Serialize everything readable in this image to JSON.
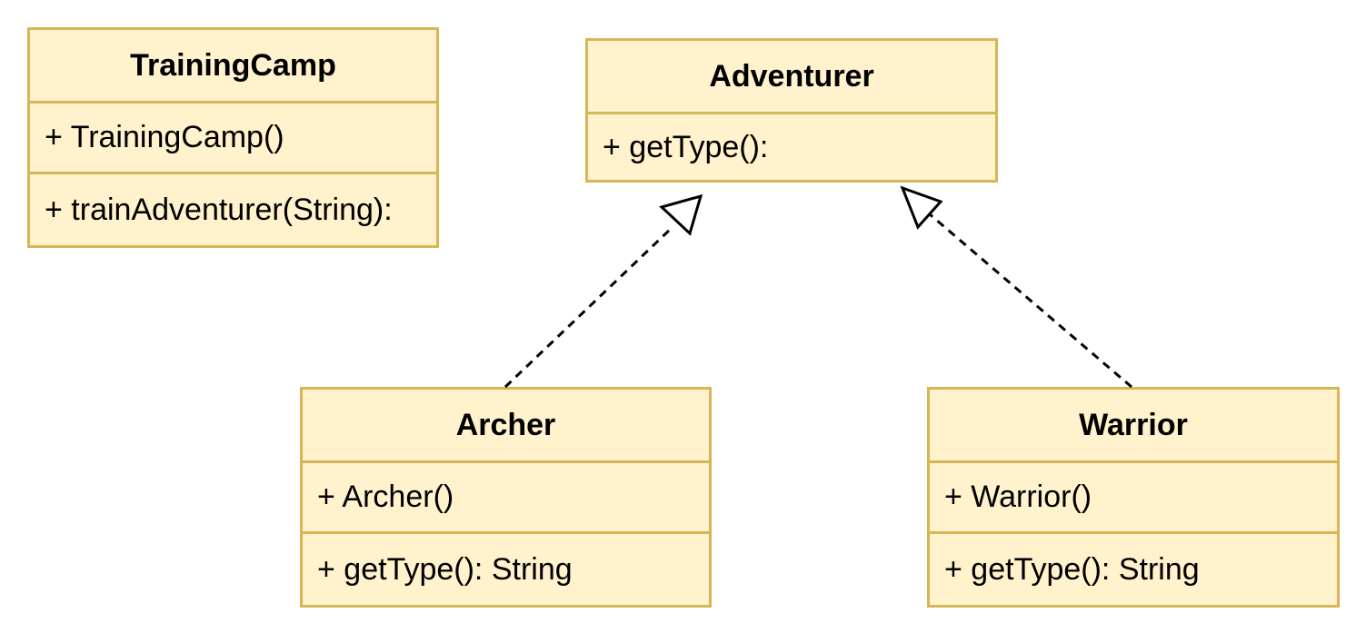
{
  "classes": {
    "training_camp": {
      "name": "TrainingCamp",
      "members": [
        "+ TrainingCamp()",
        "+ trainAdventurer(String):"
      ]
    },
    "adventurer": {
      "name": "Adventurer",
      "members": [
        "+ getType():"
      ]
    },
    "archer": {
      "name": "Archer",
      "members": [
        "+ Archer()",
        "+ getType(): String"
      ]
    },
    "warrior": {
      "name": "Warrior",
      "members": [
        "+ Warrior()",
        "+ getType(): String"
      ]
    }
  },
  "relationships": [
    {
      "from": "Archer",
      "to": "Adventurer",
      "type": "realization"
    },
    {
      "from": "Warrior",
      "to": "Adventurer",
      "type": "realization"
    }
  ],
  "colors": {
    "class_fill": "#fff2cc",
    "class_border": "#d6b656",
    "line": "#000000"
  }
}
